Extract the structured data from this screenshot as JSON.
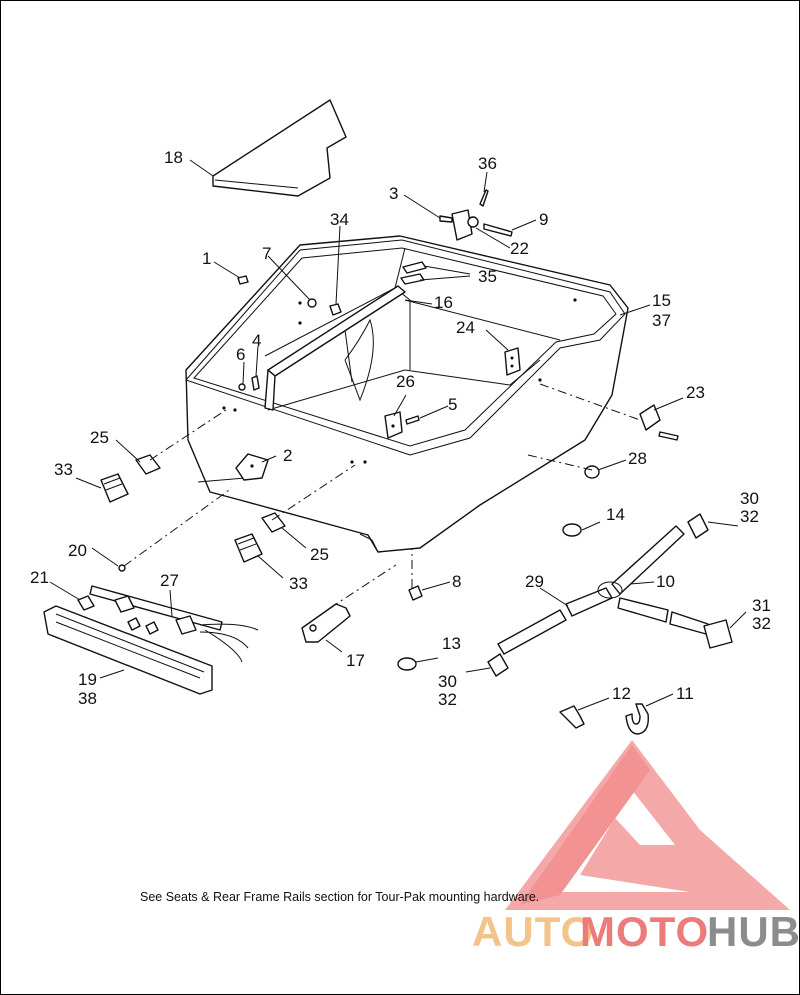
{
  "diagram": {
    "callouts": [
      {
        "id": "c1",
        "text": "1"
      },
      {
        "id": "c2",
        "text": "2"
      },
      {
        "id": "c3",
        "text": "3"
      },
      {
        "id": "c4",
        "text": "4"
      },
      {
        "id": "c5",
        "text": "5"
      },
      {
        "id": "c6",
        "text": "6"
      },
      {
        "id": "c7",
        "text": "7"
      },
      {
        "id": "c8",
        "text": "8"
      },
      {
        "id": "c9",
        "text": "9"
      },
      {
        "id": "c10",
        "text": "10"
      },
      {
        "id": "c11",
        "text": "11"
      },
      {
        "id": "c12",
        "text": "12"
      },
      {
        "id": "c13",
        "text": "13"
      },
      {
        "id": "c14",
        "text": "14"
      },
      {
        "id": "c15",
        "text": "15"
      },
      {
        "id": "c37",
        "text": "37"
      },
      {
        "id": "c16",
        "text": "16"
      },
      {
        "id": "c17",
        "text": "17"
      },
      {
        "id": "c18",
        "text": "18"
      },
      {
        "id": "c19",
        "text": "19"
      },
      {
        "id": "c38",
        "text": "38"
      },
      {
        "id": "c20",
        "text": "20"
      },
      {
        "id": "c21",
        "text": "21"
      },
      {
        "id": "c22",
        "text": "22"
      },
      {
        "id": "c23",
        "text": "23"
      },
      {
        "id": "c24",
        "text": "24"
      },
      {
        "id": "c25a",
        "text": "25"
      },
      {
        "id": "c25b",
        "text": "25"
      },
      {
        "id": "c26",
        "text": "26"
      },
      {
        "id": "c27",
        "text": "27"
      },
      {
        "id": "c28",
        "text": "28"
      },
      {
        "id": "c29",
        "text": "29"
      },
      {
        "id": "c30a",
        "text": "30"
      },
      {
        "id": "c32a",
        "text": "32"
      },
      {
        "id": "c30b",
        "text": "30"
      },
      {
        "id": "c32b",
        "text": "32"
      },
      {
        "id": "c31",
        "text": "31"
      },
      {
        "id": "c32c",
        "text": "32"
      },
      {
        "id": "c33a",
        "text": "33"
      },
      {
        "id": "c33b",
        "text": "33"
      },
      {
        "id": "c34",
        "text": "34"
      },
      {
        "id": "c35",
        "text": "35"
      },
      {
        "id": "c36",
        "text": "36"
      }
    ],
    "note": "See Seats & Rear Frame Rails section for Tour-Pak mounting hardware."
  },
  "watermark": {
    "part1": "AUTO",
    "part2": "MOTO",
    "part3": "HUB",
    "colors": {
      "auto": "#f2c48a",
      "moto": "#ee7b7b",
      "hub": "#8c8c8c",
      "logo": "#f08080"
    }
  }
}
